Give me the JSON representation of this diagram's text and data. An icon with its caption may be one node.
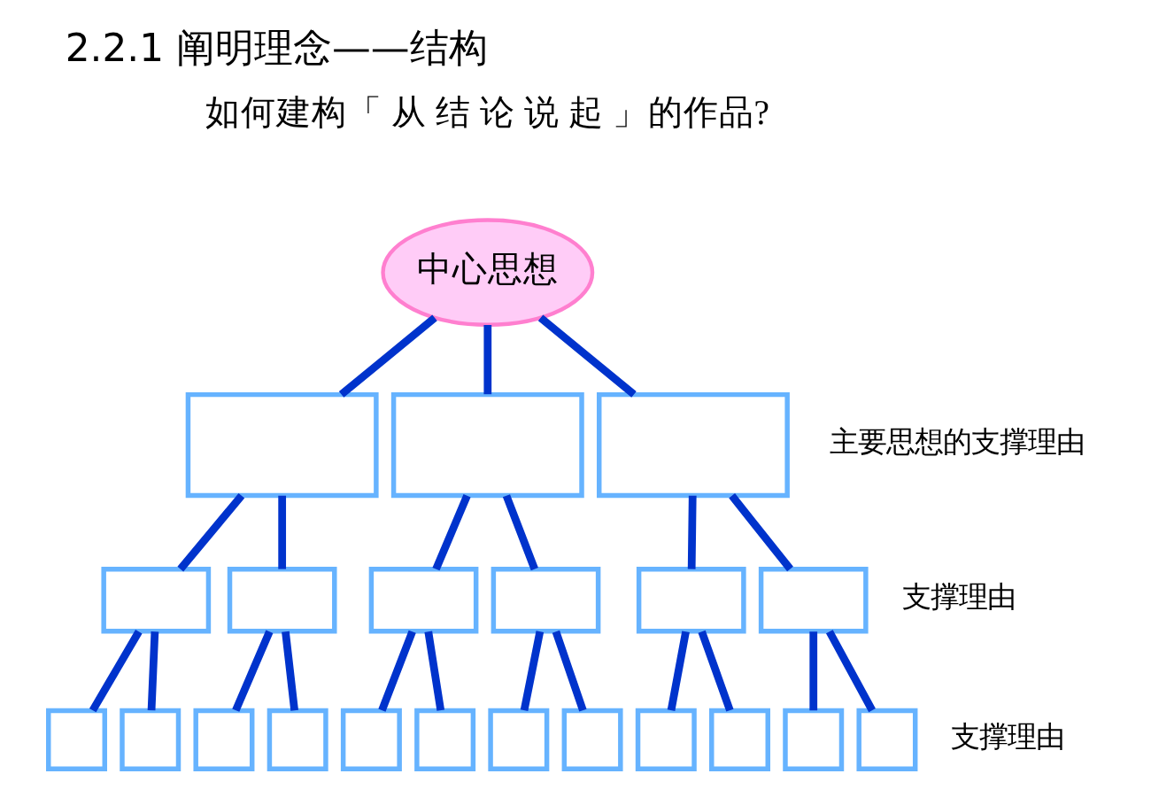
{
  "diagram": {
    "title": "2.2.1 阐明理念——结构",
    "nodes": [
      {
        "text": [
          "中心思想"
        ]
      },
      {
        "text": [],
        "shape": "box"
      },
      {
        "text": [],
        "shape": "box"
      },
      {
        "text": [],
        "shape": "box"
      },
      {
        "text": [],
        "shape": "box"
      },
      {
        "text": [],
        "shape": "box"
      },
      {
        "text": [],
        "shape": "box"
      },
      {
        "text": [],
        "shape": "box"
      },
      {
        "text": [],
        "shape": "box"
      },
      {
        "text": [],
        "shape": "box"
      },
      {
        "text": [],
        "shape": "box"
      },
      {
        "text": [],
        "shape": "box"
      },
      {
        "text": [],
        "shape": "box"
      },
      {
        "text": [],
        "shape": "box"
      },
      {
        "text": [],
        "shape": "box"
      },
      {
        "text": [],
        "shape": "box"
      },
      {
        "text": [],
        "shape": "box"
      },
      {
        "text": [],
        "shape": "box"
      },
      {
        "text": [],
        "shape": "box"
      },
      {
        "text": [],
        "shape": "box"
      },
      {
        "text": [],
        "shape": "box"
      },
      {
        "text": [],
        "shape": "box"
      }
    ],
    "edges": [
      {
        "from": 0,
        "to": 1,
        "arrow": "none"
      },
      {
        "from": 0,
        "to": 2,
        "arrow": "none"
      },
      {
        "from": 0,
        "to": 3,
        "arrow": "none"
      },
      {
        "from": 1,
        "to": 4,
        "arrow": "none"
      },
      {
        "from": 1,
        "to": 5,
        "arrow": "none"
      },
      {
        "from": 2,
        "to": 6,
        "arrow": "none"
      },
      {
        "from": 2,
        "to": 7,
        "arrow": "none"
      },
      {
        "from": 3,
        "to": 8,
        "arrow": "none"
      },
      {
        "from": 3,
        "to": 9,
        "arrow": "none"
      },
      {
        "from": 4,
        "to": 10,
        "arrow": "none"
      },
      {
        "from": 4,
        "to": 11,
        "arrow": "none"
      },
      {
        "from": 5,
        "to": 12,
        "arrow": "none"
      },
      {
        "from": 5,
        "to": 13,
        "arrow": "none"
      },
      {
        "from": 6,
        "to": 14,
        "arrow": "none"
      },
      {
        "from": 6,
        "to": 15,
        "arrow": "none"
      },
      {
        "from": 7,
        "to": 16,
        "arrow": "none"
      },
      {
        "from": 7,
        "to": 17,
        "arrow": "none"
      },
      {
        "from": 8,
        "to": 18,
        "arrow": "none"
      },
      {
        "from": 8,
        "to": 19,
        "arrow": "none"
      },
      {
        "from": 9,
        "to": 20,
        "arrow": "none"
      },
      {
        "from": 9,
        "to": 21,
        "arrow": "none"
      }
    ],
    "labels": [
      "如何建构「 从 结 论 说 起 」的作品?",
      "主要思想的支撑理由",
      "支撑理由",
      "支撑理由"
    ]
  }
}
